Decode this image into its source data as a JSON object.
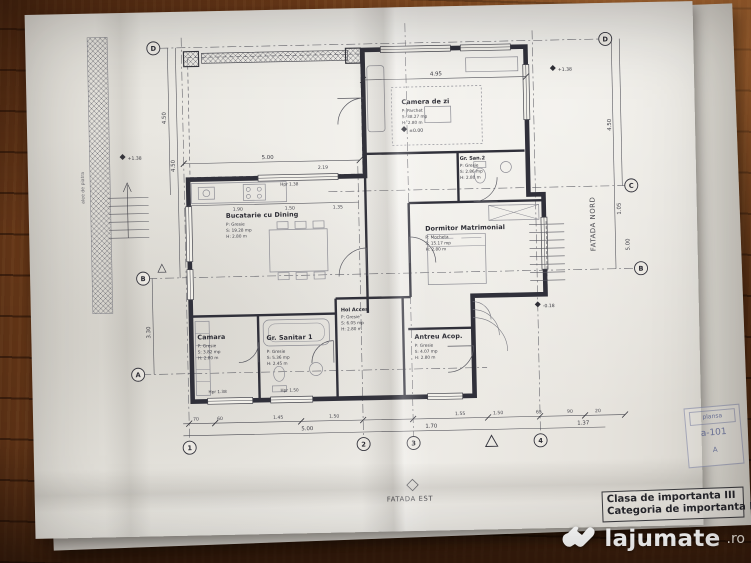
{
  "plan": {
    "rooms": [
      {
        "name": "Bucatarie cu Dining",
        "floor": "P: Gresie",
        "area": "S: 19.28 mp",
        "height": "H: 2.80 m"
      },
      {
        "name": "Camera de zi",
        "floor": "P: Parchet",
        "area": "S: 38.27 mp",
        "height": "H: 2.80 m"
      },
      {
        "name": "Gr. San.2",
        "floor": "P: Gresie",
        "area": "S: 2.86 mp",
        "height": "H: 2.80 m"
      },
      {
        "name": "Dormitor Matrimonial",
        "floor": "P: Mocheta",
        "area": "S: 15.17 mp",
        "height": "H: 2.80 m"
      },
      {
        "name": "Camara",
        "floor": "P: Gresie",
        "area": "S: 3.82 mp",
        "height": "H: 2.80 m"
      },
      {
        "name": "Gr. Sanitar 1",
        "floor": "P: Gresie",
        "area": "S: 5.36 mp",
        "height": "H: 2.45 m"
      },
      {
        "name": "Hol Acces",
        "floor": "P: Gresie",
        "area": "S: 6.05 mp",
        "height": "H: 2.80 m"
      },
      {
        "name": "Antreu Acop.",
        "floor": "P: Gresie",
        "area": "S: 4.07 mp",
        "height": "H: 2.80 m"
      }
    ],
    "axes": {
      "left": [
        "D",
        "B",
        "A"
      ],
      "right": [
        "D",
        "C",
        "B"
      ],
      "bottom": [
        "1",
        "2",
        "3",
        "4"
      ]
    },
    "dims": {
      "top": [
        "4.95",
        "5.00",
        "2.19",
        "1.90",
        "1.50",
        "1.35"
      ],
      "left": [
        "4.50",
        "4.50",
        "3.30"
      ],
      "right": [
        "4.50",
        "1.05",
        "5.00"
      ],
      "bottom1": [
        "70",
        "60",
        "1.45",
        "1.50",
        "1.55",
        "1.50",
        "65",
        "90",
        "20"
      ],
      "bottom2": [
        "5.00",
        "1.70",
        "1.37"
      ]
    },
    "parapets": [
      "Hpr 1.38",
      "Hpr 1.38",
      "Hpr 1.50"
    ],
    "levels": [
      "+1.38",
      "±0.00",
      "-0.18",
      "+1.38"
    ],
    "facade_east": "FATADA EST",
    "facade_north": "FATADA NORD",
    "side_note": "alee de piatra"
  },
  "stamp": {
    "line1": "Clasa de importanta III",
    "line2": "Categoria de importanta D"
  },
  "corner_stamp": {
    "title": "plansa",
    "code": "a-101",
    "rev": "A"
  },
  "watermark": {
    "name": "lajumate",
    "tld": ".ro"
  }
}
